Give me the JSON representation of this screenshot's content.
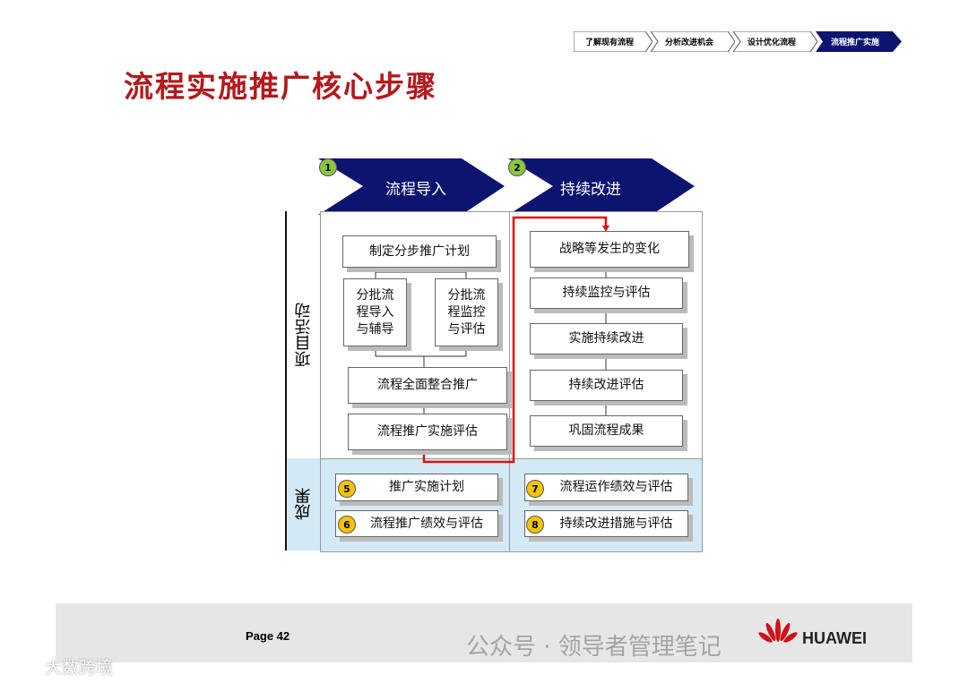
{
  "breadcrumb": [
    "了解现有流程",
    "分析改进机会",
    "设计优化流程",
    "流程推广实施"
  ],
  "title": "流程实施推广核心步骤",
  "phases": [
    {
      "num": "1",
      "label": "流程导入"
    },
    {
      "num": "2",
      "label": "持续改进"
    }
  ],
  "row_labels": {
    "activities": "项目活动",
    "results": "成果"
  },
  "left_activities": {
    "plan": "制定分步推广计划",
    "batch_import": "分批流程导入与辅导",
    "batch_monitor": "分批流程监控与评估",
    "integrate": "流程全面整合推广",
    "evaluate": "流程推广实施评估"
  },
  "right_activities": [
    "战略等发生的变化",
    "持续监控与评估",
    "实施持续改进",
    "持续改进评估",
    "巩固流程成果"
  ],
  "results": [
    {
      "num": "5",
      "label": "推广实施计划"
    },
    {
      "num": "6",
      "label": "流程推广绩效与评估"
    },
    {
      "num": "7",
      "label": "流程运作绩效与评估"
    },
    {
      "num": "8",
      "label": "持续改进措施与评估"
    }
  ],
  "footer": {
    "page": "Page 42",
    "brand": "HUAWEI"
  },
  "watermarks": [
    "公众号 · 领导者管理笔记",
    "大数跨境"
  ],
  "colors": {
    "title": "#b3191d",
    "chevron": "#0d1470",
    "results_bg": "#d4e9f6",
    "arrow_red": "#e01010"
  }
}
